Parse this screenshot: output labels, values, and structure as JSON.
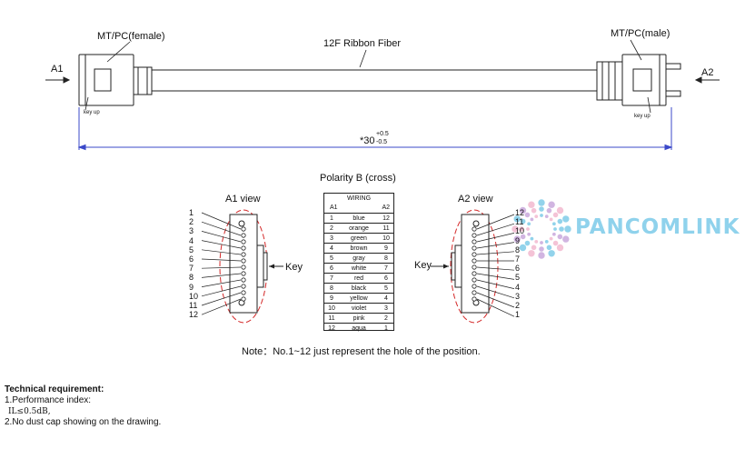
{
  "cable": {
    "left_connector_label": "MT/PC(female)",
    "right_connector_label": "MT/PC(male)",
    "fiber_label": "12F Ribbon Fiber",
    "end_a1": "A1",
    "end_a2": "A2",
    "key_up_left": "key up",
    "key_up_right": "key up",
    "length_value": "*30",
    "length_tol_plus": "+0.5",
    "length_tol_minus": "-0.5"
  },
  "polarity": {
    "title": "Polarity B (cross)",
    "a1_view_label": "A1 view",
    "a2_view_label": "A2 view",
    "key_label_a1": "Key",
    "key_label_a2": "Key",
    "a1_numbers": [
      "1",
      "2",
      "3",
      "4",
      "5",
      "6",
      "7",
      "8",
      "9",
      "10",
      "11",
      "12"
    ],
    "a2_numbers": [
      "12",
      "11",
      "10",
      "9",
      "8",
      "7",
      "6",
      "5",
      "4",
      "3",
      "2",
      "1"
    ]
  },
  "wiring": {
    "title": "WIRING",
    "col_a1": "A1",
    "col_a2": "A2",
    "rows": [
      {
        "a1": "1",
        "color": "blue",
        "a2": "12"
      },
      {
        "a1": "2",
        "color": "orange",
        "a2": "11"
      },
      {
        "a1": "3",
        "color": "green",
        "a2": "10"
      },
      {
        "a1": "4",
        "color": "brown",
        "a2": "9"
      },
      {
        "a1": "5",
        "color": "gray",
        "a2": "8"
      },
      {
        "a1": "6",
        "color": "white",
        "a2": "7"
      },
      {
        "a1": "7",
        "color": "red",
        "a2": "6"
      },
      {
        "a1": "8",
        "color": "black",
        "a2": "5"
      },
      {
        "a1": "9",
        "color": "yellow",
        "a2": "4"
      },
      {
        "a1": "10",
        "color": "violet",
        "a2": "3"
      },
      {
        "a1": "11",
        "color": "pink",
        "a2": "2"
      },
      {
        "a1": "12",
        "color": "aqua",
        "a2": "1"
      }
    ]
  },
  "note": "Note：No.1~12 just represent the hole of the position.",
  "brand": {
    "name": "PANCOMLINK",
    "color": "#8fd2ec",
    "ray_colors": [
      "#7fcbe8",
      "#c9a8dc",
      "#f2b8cf"
    ]
  },
  "colors": {
    "dimension_line": "#3b49c9",
    "ellipse": "#d42a2a",
    "line": "#222222"
  },
  "tech": {
    "heading": "Technical requirement:",
    "item1": "1.Performance index:",
    "item1_detail": "IL≤0.5dB,",
    "item2": "2.No dust cap showing on the drawing."
  }
}
